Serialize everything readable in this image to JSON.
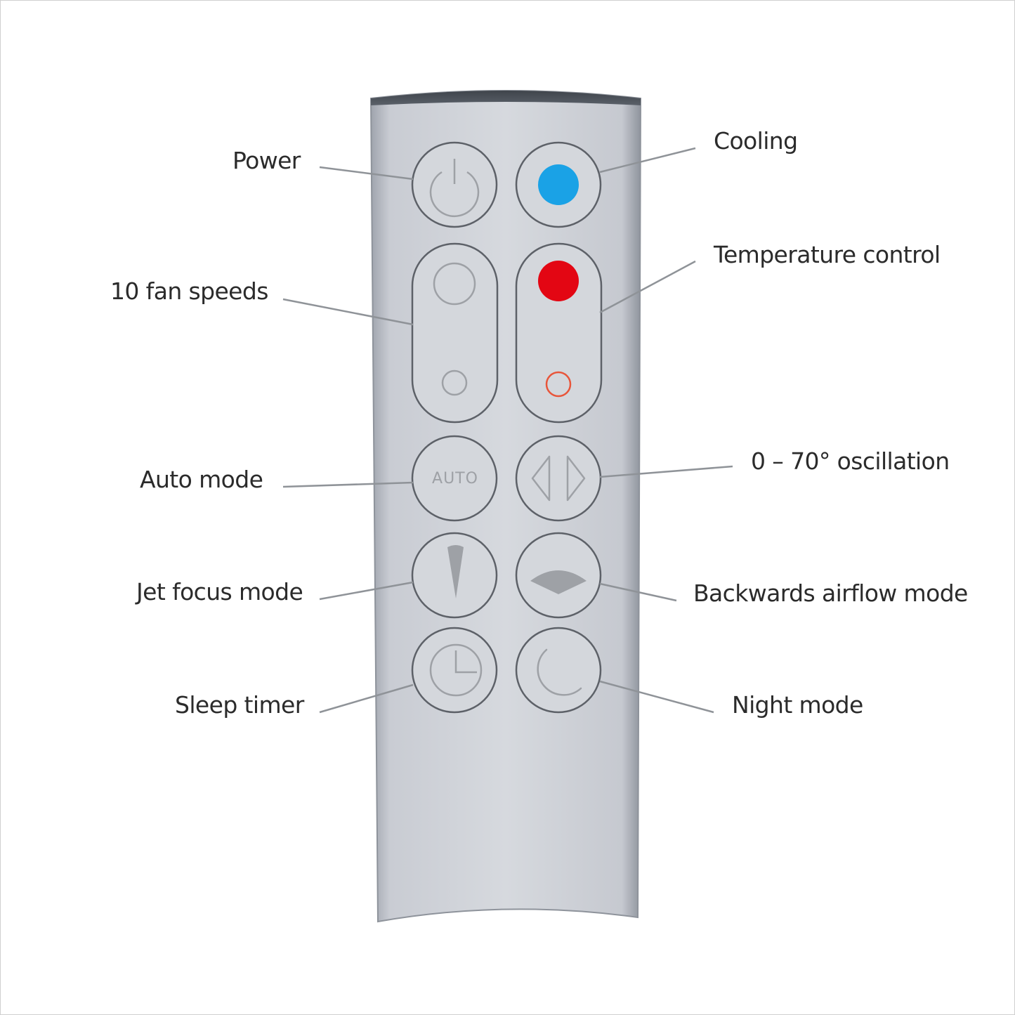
{
  "labels": {
    "power": "Power",
    "cooling": "Cooling",
    "fan_speeds": "10 fan speeds",
    "temperature": "Temperature control",
    "auto_mode": "Auto mode",
    "oscillation": "0 – 70° oscillation",
    "jet_focus": "Jet focus mode",
    "backwards_airflow": "Backwards airflow mode",
    "sleep_timer": "Sleep timer",
    "night_mode": "Night mode"
  },
  "remote": {
    "auto_button_text": "AUTO",
    "colors": {
      "body": "#c4c8d0",
      "top_cap": "#4d535b",
      "cooling_dot": "#1aa2e6",
      "heat_dot": "#e30613",
      "heat_ring": "#e8553a",
      "icon_gray": "#9ea1a6",
      "button_face": "#d4d7dc"
    }
  },
  "icons": [
    "power-icon",
    "cooling-dot-icon",
    "fan-up-icon",
    "fan-down-icon",
    "temp-up-icon",
    "temp-down-icon",
    "oscillation-icon",
    "jet-focus-icon",
    "backwards-airflow-icon",
    "clock-icon",
    "moon-icon"
  ]
}
